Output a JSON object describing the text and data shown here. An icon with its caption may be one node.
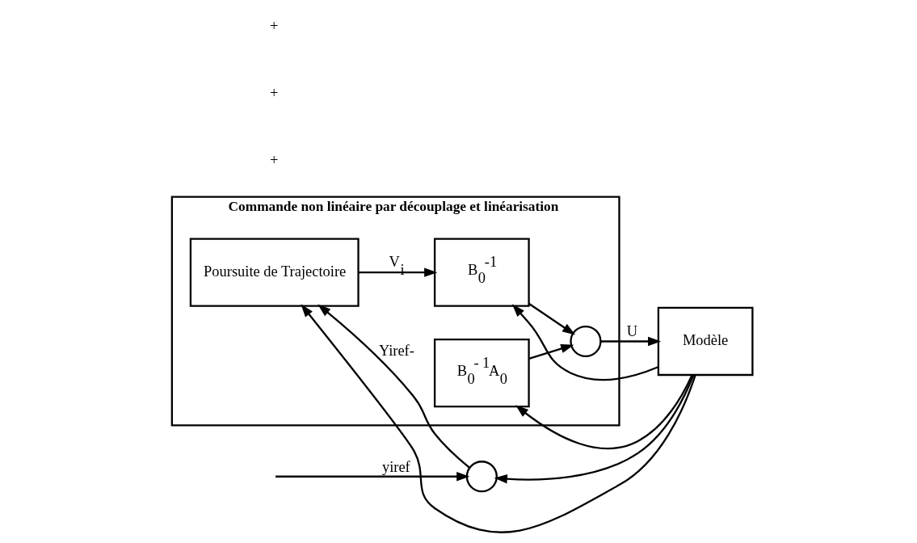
{
  "diagram": {
    "nodes": [
      {
        "text": [
          "Commande non linéaire par découplage et linéarisation"
        ]
      },
      {
        "text": [
          "Poursuite de Trajectoire"
        ],
        "in": 0
      },
      {
        "text": [
          "B$_{0}$$^{-1}$"
        ],
        "in": 0
      },
      {
        "text": [
          "B$_{0}$$^{-}$ $^{1}$A$_{0}$"
        ],
        "in": 0
      },
      {
        "text": [],
        "shape": "circle"
      },
      {
        "text": [],
        "shape": "circle",
        "in": 0
      },
      {
        "text": [
          "Modèle"
        ]
      }
    ],
    "edges": [
      {
        "from": null,
        "to": 4,
        "arrow": "to",
        "label": "yiref"
      },
      {
        "from": 4,
        "to": 1,
        "arrow": "to",
        "label": "Yiref-"
      },
      {
        "from": 1,
        "to": 2,
        "arrow": "to",
        "label": "V$_{i}$"
      },
      {
        "from": 2,
        "to": 5,
        "arrow": "to"
      },
      {
        "from": 3,
        "to": 5,
        "arrow": "to"
      },
      {
        "from": 5,
        "to": 6,
        "arrow": "to",
        "label": "U"
      },
      {
        "from": 6,
        "to": 1,
        "arrow": "to"
      },
      {
        "from": 6,
        "to": 2,
        "arrow": "to"
      },
      {
        "from": 6,
        "to": 3,
        "arrow": "to"
      },
      {
        "from": 6,
        "to": 4,
        "arrow": "to"
      }
    ],
    "labels": [
      "+",
      "+",
      "+"
    ]
  }
}
